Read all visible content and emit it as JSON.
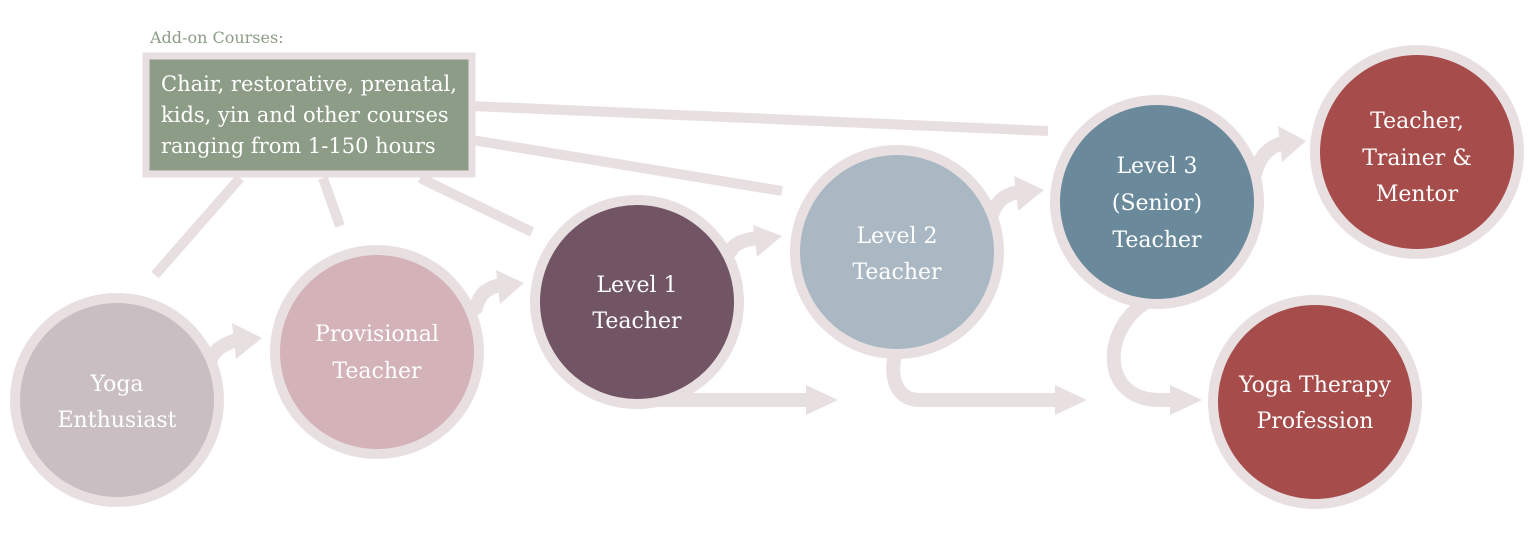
{
  "addon": {
    "heading": "Add-on Courses:",
    "lines": [
      "Chair, restorative, prenatal,",
      "kids, yin and other courses",
      "ranging from 1-150 hours"
    ]
  },
  "nodes": [
    {
      "id": "yoga-enthusiast",
      "lines": [
        "Yoga",
        "Enthusiast"
      ],
      "color": "#c9bfc2"
    },
    {
      "id": "provisional-teacher",
      "lines": [
        "Provisional",
        "Teacher"
      ],
      "color": "#d3b2b8"
    },
    {
      "id": "level-1-teacher",
      "lines": [
        "Level 1",
        "Teacher"
      ],
      "color": "#725564"
    },
    {
      "id": "level-2-teacher",
      "lines": [
        "Level 2",
        "Teacher"
      ],
      "color": "#aab8c3"
    },
    {
      "id": "level-3-senior-teacher",
      "lines": [
        "Level 3",
        "(Senior)",
        "Teacher"
      ],
      "color": "#6a8a9c"
    },
    {
      "id": "teacher-trainer-mentor",
      "lines": [
        "Teacher,",
        "Trainer &",
        "Mentor"
      ],
      "color": "#a64c4b"
    },
    {
      "id": "yoga-therapy-profession",
      "lines": [
        "Yoga Therapy",
        "Profession"
      ],
      "color": "#a64c4b"
    }
  ],
  "colors": {
    "connector": "#e8dfe1",
    "addon_box": "#8c9c86",
    "addon_border": "#e8dfe1",
    "ring": "#e8dfe1"
  }
}
